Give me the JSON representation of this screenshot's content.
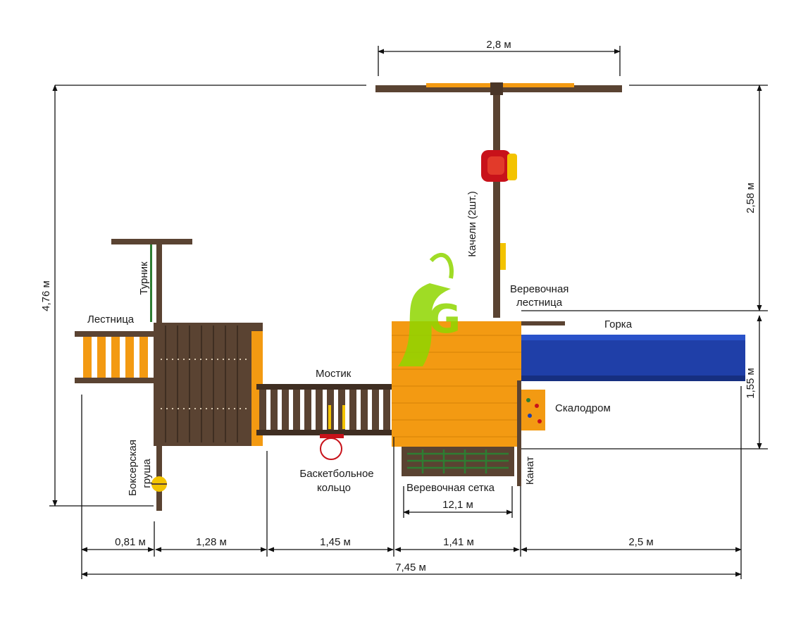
{
  "dimensions": {
    "top_span": "2,8 м",
    "total_height": "4,76 м",
    "swing_height": "2,58 м",
    "slide_height": "1,55 м",
    "net_width": "12,1 м",
    "seg_1": "0,81 м",
    "seg_2": "1,28 м",
    "seg_3": "1,45 м",
    "seg_4": "1,41 м",
    "seg_5": "2,5 м",
    "total_width": "7,45 м"
  },
  "labels": {
    "turnik": "Турник",
    "lestnica": "Лестница",
    "kacheli": "Качели (2шт.)",
    "verevochnaya_1": "Веревочная",
    "verevochnaya_2": "лестница",
    "gorka": "Горка",
    "mostik": "Мостик",
    "skalodrom": "Скалодром",
    "basket_1": "Баскетбольное",
    "basket_2": "кольцо",
    "boxer_1": "Боксерская",
    "boxer_2": "груша",
    "setka": "Веревочная сетка",
    "kanat": "Канат"
  },
  "logo": {
    "letter": "G"
  },
  "colors": {
    "wood": "#5a4332",
    "wood_dark": "#3f2e22",
    "orange": "#f39a12",
    "orange_light": "#f7b733",
    "slide_blue": "#1f3fa8",
    "swing_red": "#c8121a",
    "logo_green": "#8fd600",
    "line": "#111111"
  }
}
